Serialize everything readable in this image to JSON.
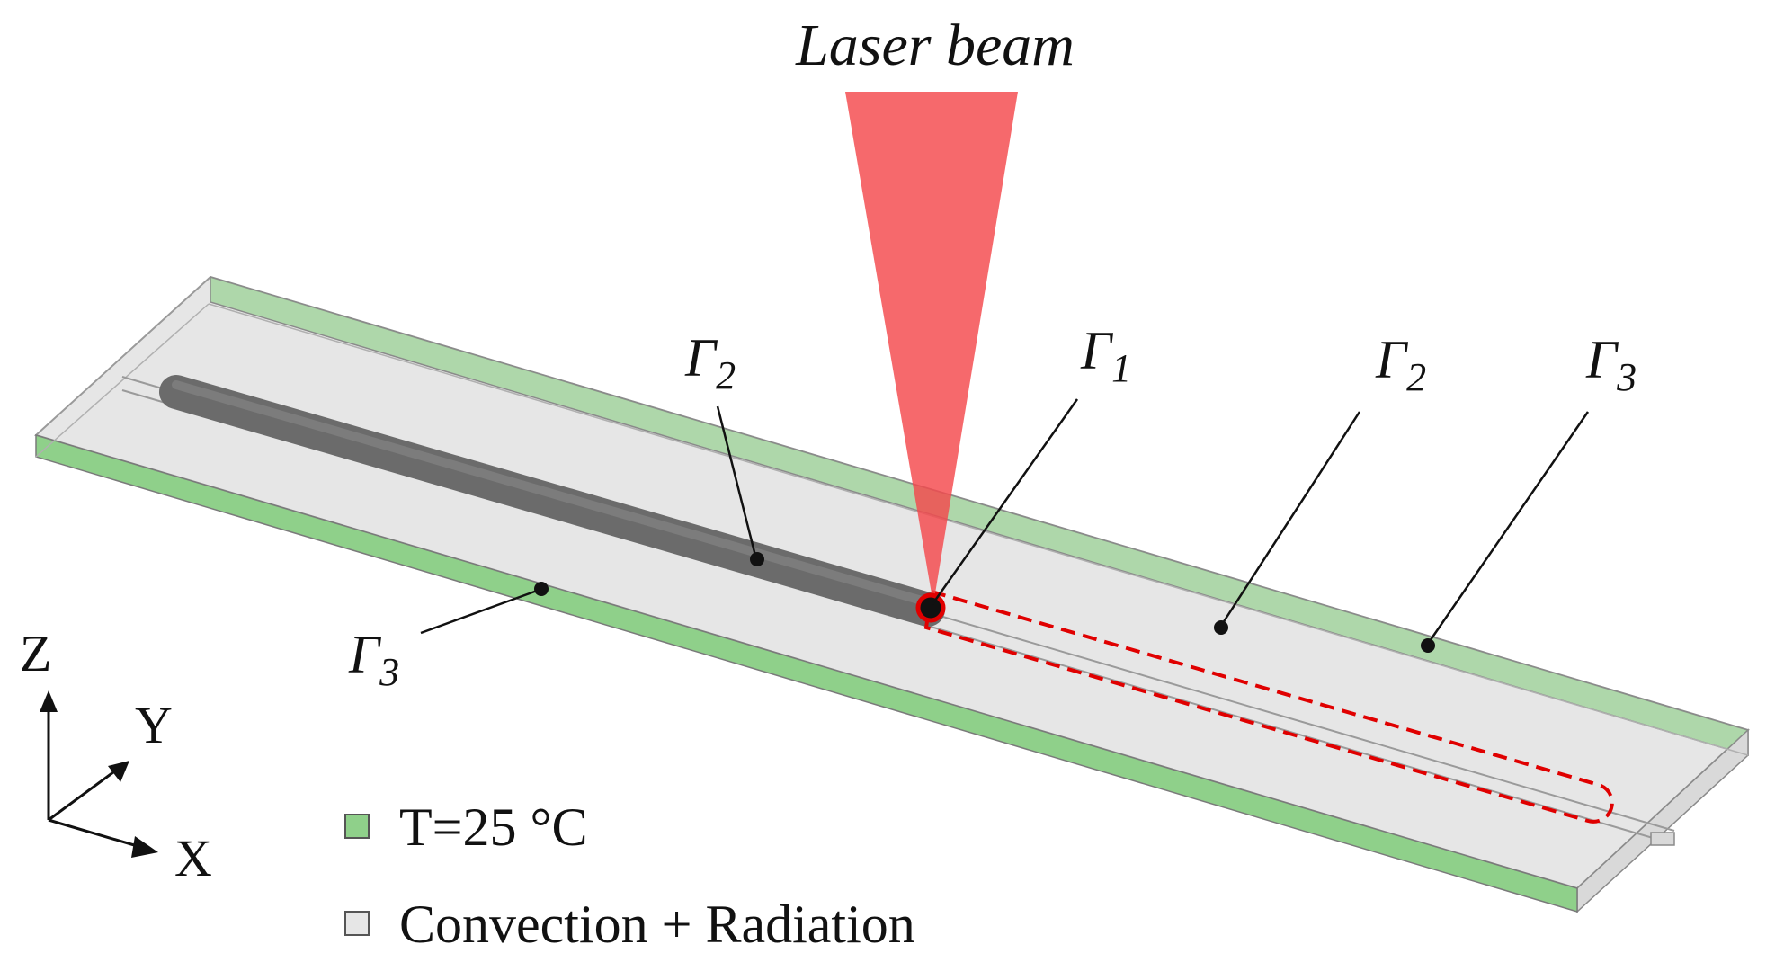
{
  "beam": {
    "label": "Laser beam",
    "color": "#f4484c"
  },
  "boundaries": {
    "gamma2_left": {
      "symbol": "Γ",
      "sub": "2"
    },
    "gamma1": {
      "symbol": "Γ",
      "sub": "1"
    },
    "gamma2_right": {
      "symbol": "Γ",
      "sub": "2"
    },
    "gamma3_right": {
      "symbol": "Γ",
      "sub": "3"
    },
    "gamma3_left": {
      "symbol": "Γ",
      "sub": "3"
    }
  },
  "axes": {
    "z": "Z",
    "y": "Y",
    "x": "X"
  },
  "legend": [
    {
      "label": "T=25 °C",
      "color": "#8fd08a"
    },
    {
      "label": "Convection + Radiation",
      "color": "#e6e6e6"
    }
  ],
  "colors": {
    "fixed_temperature": "#8fd08a",
    "plate_surface": "#e6e6e6",
    "deposited_track": "#6b6b6b",
    "planned_path": "#e00000"
  }
}
